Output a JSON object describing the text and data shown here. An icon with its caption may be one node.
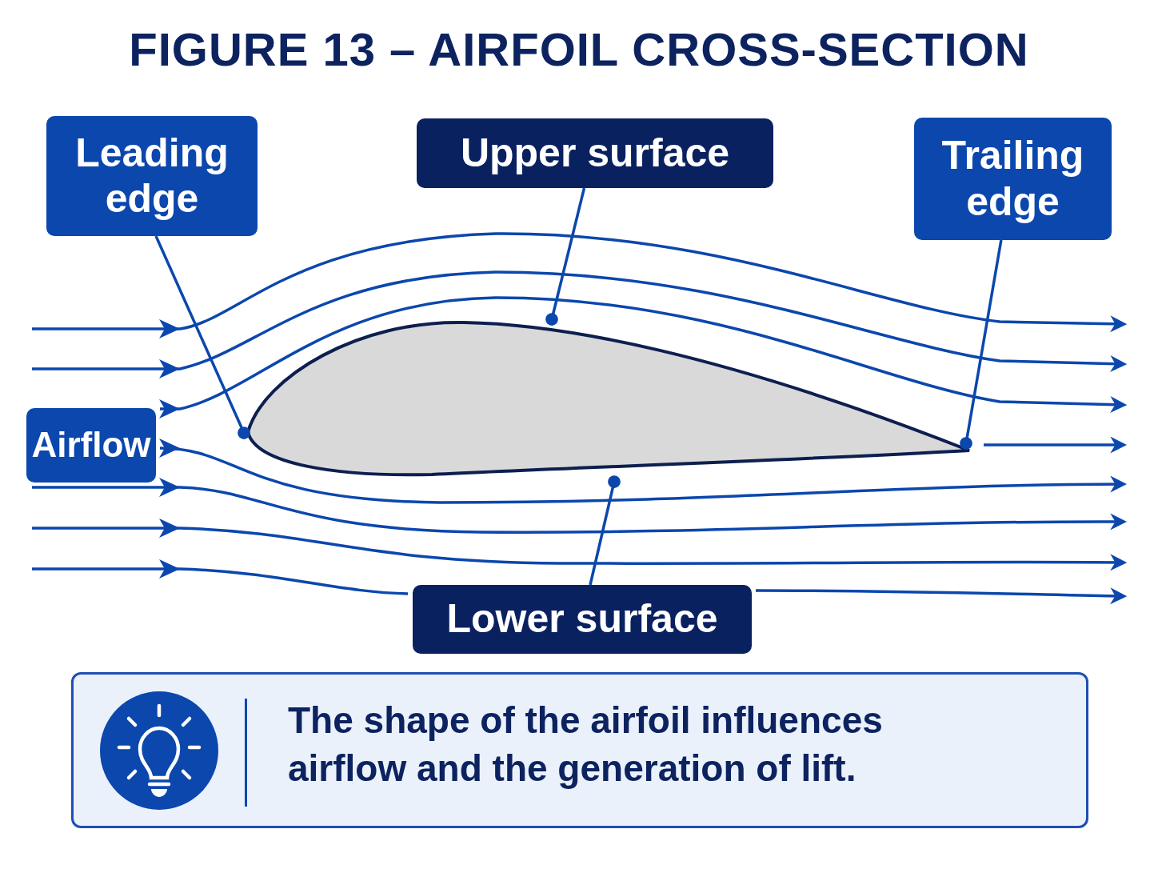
{
  "diagram": {
    "title": "FIGURE 13 – AIRFOIL CROSS-SECTION",
    "nodes": [
      {
        "text": [
          "Leading edge"
        ]
      },
      {
        "text": [
          "Upper surface"
        ]
      },
      {
        "text": [
          "Trailing edge"
        ]
      },
      {
        "text": [
          "Airflow"
        ]
      },
      {
        "text": [
          "Lower surface"
        ]
      },
      {
        "text": [],
        "shape": "airfoil"
      },
      {
        "text": [
          "The shape of the airfoil influences airflow and the generation of lift."
        ]
      }
    ],
    "edges": [
      {
        "from": 0,
        "to": 5,
        "arrow": "other"
      },
      {
        "from": 1,
        "to": 5,
        "arrow": "other"
      },
      {
        "from": 2,
        "to": 5,
        "arrow": "other"
      },
      {
        "from": 4,
        "to": 5,
        "arrow": "other"
      }
    ]
  }
}
